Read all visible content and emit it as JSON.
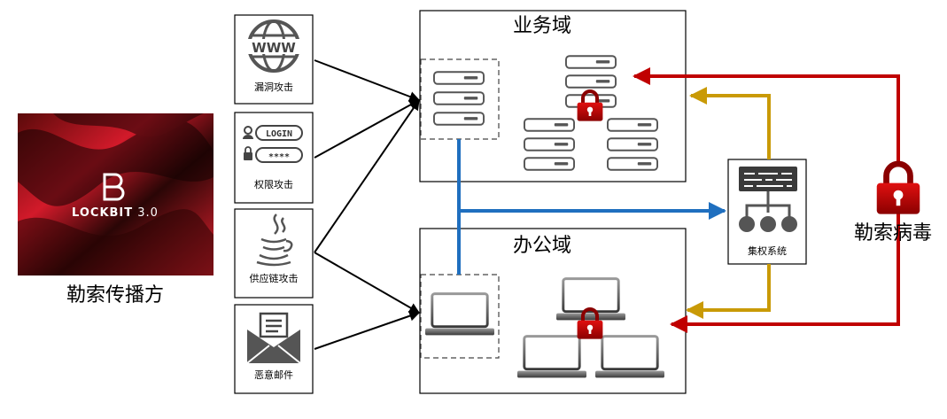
{
  "source": {
    "label": "勒索传播方",
    "logo_text": "LOCKBIT 3.0"
  },
  "vectors": [
    {
      "label": "漏洞攻击",
      "icon": "globe-www-icon",
      "icon_text": "WWW"
    },
    {
      "label": "权限攻击",
      "icon": "login-icon",
      "login_text": "LOGIN",
      "password_text": "****"
    },
    {
      "label": "供应链攻击",
      "icon": "java-icon"
    },
    {
      "label": "恶意邮件",
      "icon": "envelope-icon"
    }
  ],
  "domains": {
    "business": "业务域",
    "office": "办公域"
  },
  "central": {
    "label": "集权系统"
  },
  "ransomware": {
    "label": "勒索病毒"
  },
  "colors": {
    "attack": "#000000",
    "lateral": "#1f6fbf",
    "control": "#c99a06",
    "ransom": "#c00000",
    "lock": "#c00000"
  }
}
